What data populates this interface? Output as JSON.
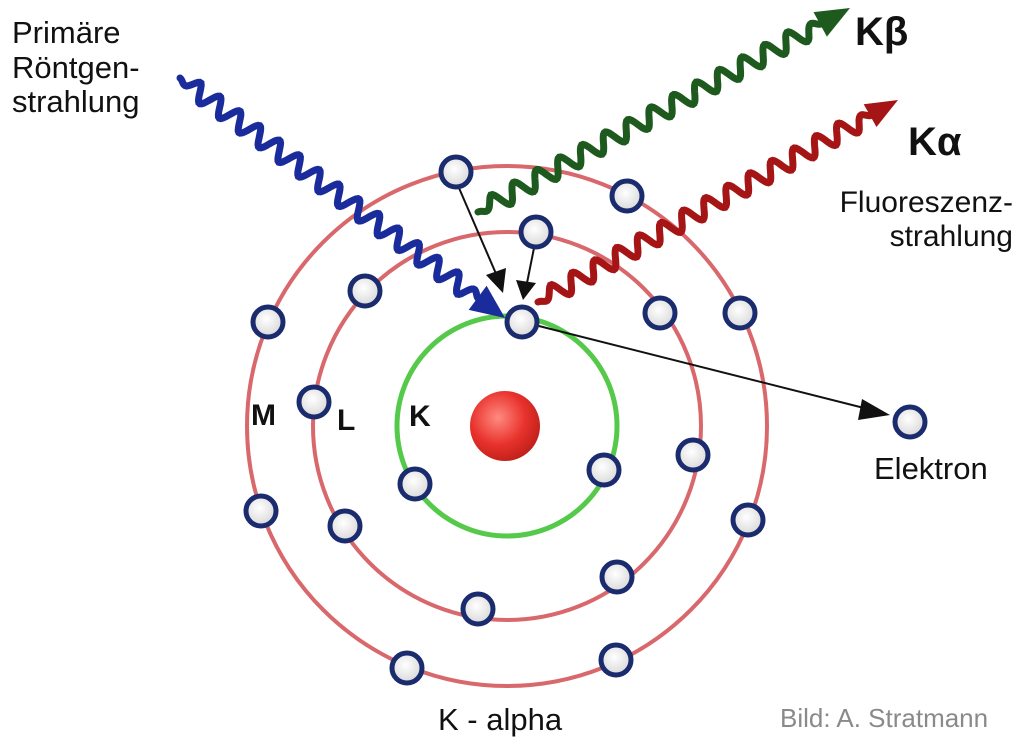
{
  "labels": {
    "primary_line1": "Primäre",
    "primary_line2": "Röntgen-",
    "primary_line3": "strahlung",
    "k_beta": "Kβ",
    "k_alpha": "Kα",
    "fluorescence_line1": "Fluoreszenz-",
    "fluorescence_line2": "strahlung",
    "electron": "Elektron",
    "shell_m": "M",
    "shell_l": "L",
    "shell_k": "K",
    "caption": "K - alpha",
    "credit": "Bild: A. Stratmann"
  },
  "colors": {
    "primary_wave": "#1a2b9c",
    "k_beta_wave": "#1e5a1e",
    "k_alpha_wave": "#a51515",
    "shell_ring": "#d9686c",
    "k_shell_ring": "#55c94a",
    "electron_border": "#1a2b6e",
    "nucleus": "#e8322c"
  }
}
